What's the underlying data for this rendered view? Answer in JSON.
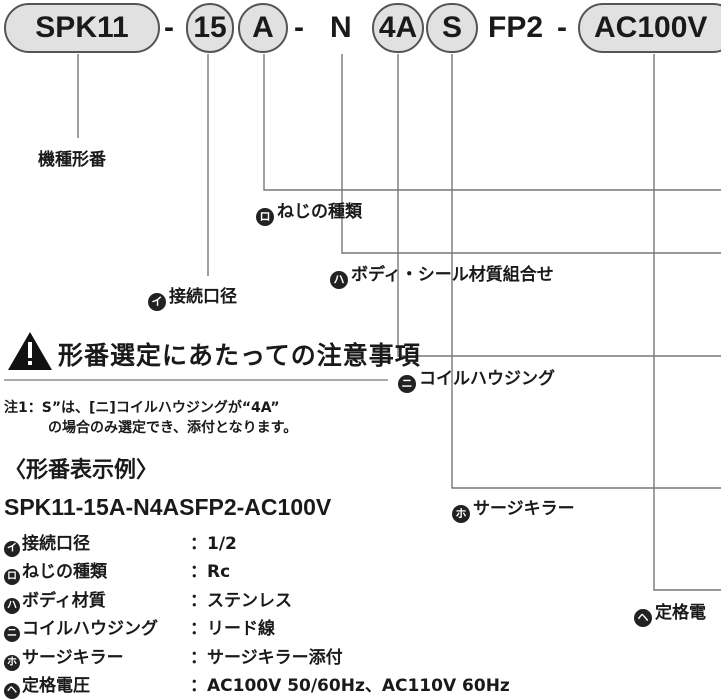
{
  "code_parts": {
    "p1": "SPK11",
    "d1": "-",
    "p2": "15",
    "p3": "A",
    "d2": "-",
    "p4": "N",
    "p5": "4A",
    "p6": "S",
    "p7": "FP2",
    "d3": "-",
    "p8": "AC100V"
  },
  "labels": {
    "model": "機種形番",
    "thread": "ねじの種類",
    "body_seal": "ボディ・シール材質組合せ",
    "connection": "接続口径",
    "coil_housing": "コイルハウジング",
    "surge": "サージキラー",
    "rated": "定格電"
  },
  "markers": {
    "i": "イ",
    "ro": "ロ",
    "ha": "ハ",
    "ni": "ニ",
    "ho": "ホ",
    "he": "ヘ"
  },
  "caution": {
    "title": "形番選定にあたっての注意事項",
    "note_line1": "注1：S”は、[ニ]コイルハウジングが“4A”",
    "note_line2": "の場合のみ選定でき、添付となります。"
  },
  "example": {
    "heading": "〈形番表示例〉",
    "code": "SPK11-15A-N4ASFP2-AC100V",
    "rows": [
      {
        "key": "接続口径",
        "value": "：1/2"
      },
      {
        "key": "ねじの種類",
        "value": "：Rc"
      },
      {
        "key": "ボディ材質",
        "value": "：ステンレス"
      },
      {
        "key": "コイルハウジング",
        "value": "：リード線"
      },
      {
        "key": "サージキラー",
        "value": "：サージキラー添付"
      },
      {
        "key": "定格電圧",
        "value": "：AC100V 50/60Hz、AC110V 60Hz"
      }
    ]
  },
  "colors": {
    "pill_fill": "#e1e1e1",
    "pill_border": "#555555",
    "leader_line": "#777777",
    "text": "#1a1a1a"
  }
}
